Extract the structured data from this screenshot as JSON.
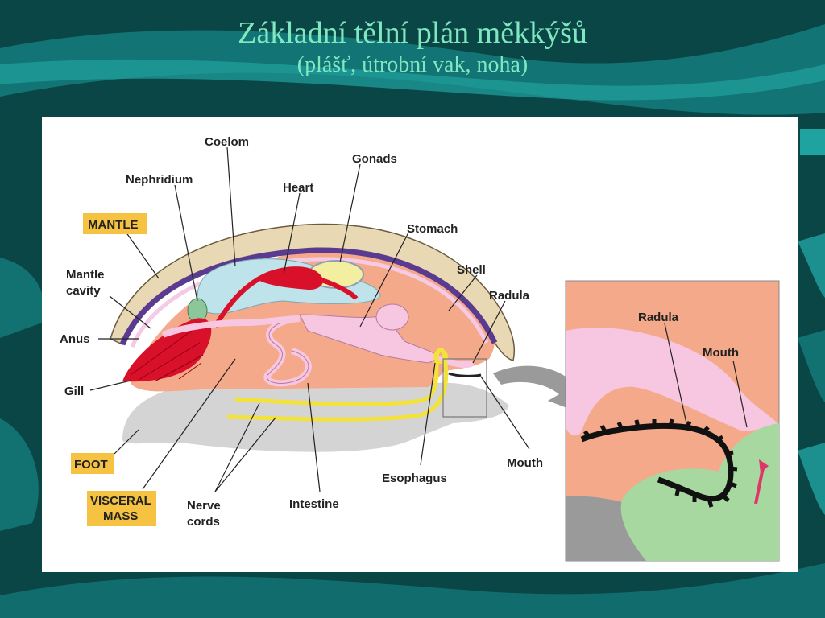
{
  "slide": {
    "title": "Základní tělní plán měkkýšů",
    "subtitle": "(plášť, útrobní vak, noha)"
  },
  "diagram": {
    "labels": {
      "coelom": "Coelom",
      "gonads": "Gonads",
      "nephridium": "Nephridium",
      "heart": "Heart",
      "mantle": "MANTLE",
      "stomach": "Stomach",
      "mantle_cavity_1": "Mantle",
      "mantle_cavity_2": "cavity",
      "shell": "Shell",
      "radula": "Radula",
      "anus": "Anus",
      "gill": "Gill",
      "foot": "FOOT",
      "visceral_mass_1": "VISCERAL",
      "visceral_mass_2": "MASS",
      "nerve_cords_1": "Nerve",
      "nerve_cords_2": "cords",
      "intestine": "Intestine",
      "esophagus": "Esophagus",
      "mouth": "Mouth"
    },
    "inset_labels": {
      "radula": "Radula",
      "mouth": "Mouth"
    },
    "colors": {
      "label_box": "#f5c242",
      "shell": "#e8d8b4",
      "mantle_line": "#5a3b8f",
      "body": "#f4a98a",
      "foot": "#d4d4d4",
      "gill": "#d8102a",
      "coelom": "#bfe3ea",
      "gut": "#f7c6e0",
      "nerve": "#f2e23a",
      "gonads": "#f3eea0",
      "nephridium": "#8cc79a",
      "inset_tongue": "#a6d8a0"
    }
  }
}
